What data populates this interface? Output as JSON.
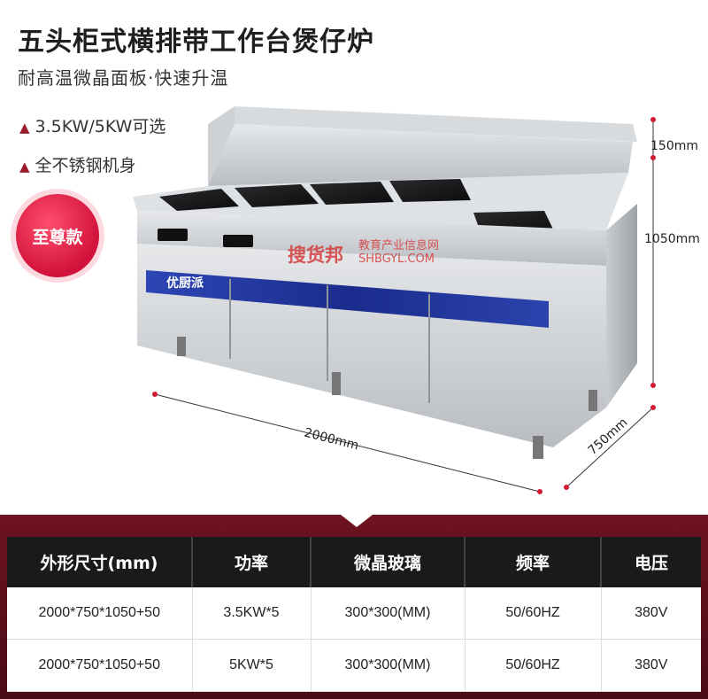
{
  "header": {
    "title": "五头柜式横排带工作台煲仔炉",
    "subtitle": "耐高温微晶面板·快速升温"
  },
  "features": [
    {
      "icon": "triangle-icon",
      "text": "3.5KW/5KW可选"
    },
    {
      "icon": "triangle-icon",
      "text": "全不锈钢机身"
    }
  ],
  "badge": "至尊款",
  "product": {
    "brand": "优厨派",
    "dims": {
      "width": "2000mm",
      "depth": "750mm",
      "height": "1050mm",
      "backsplash": "150mm"
    }
  },
  "watermark": {
    "brand": "搜货邦",
    "line1": "教育产业信息网",
    "line2": "SHBGYL.COM"
  },
  "spec_table": {
    "headers": [
      "外形尺寸(mm)",
      "功率",
      "微晶玻璃",
      "频率",
      "电压"
    ],
    "rows": [
      [
        "2000*750*1050+50",
        "3.5KW*5",
        "300*300(MM)",
        "50/60HZ",
        "380V"
      ],
      [
        "2000*750*1050+50",
        "5KW*5",
        "300*300(MM)",
        "50/60HZ",
        "380V"
      ]
    ]
  },
  "colors": {
    "accent": "#9b1b2a",
    "badge": "#e0183f",
    "table_header": "#1a1a1a",
    "table_frame": "#5a0f1a",
    "panel_blue": "#1b2f8a"
  }
}
